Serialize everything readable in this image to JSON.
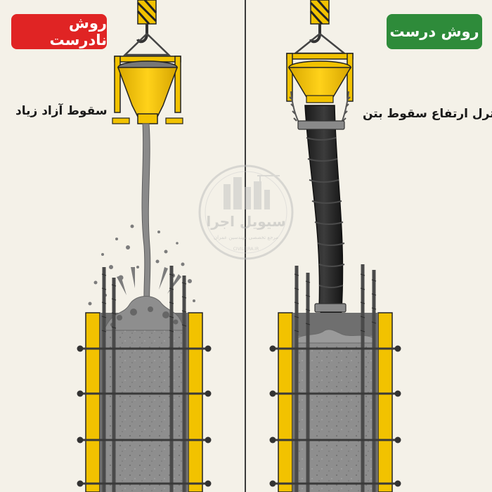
{
  "left_panel": {
    "badge": "روش نادرست",
    "badge_color": "#e02424",
    "caption": "سقوط آزاد زیاد"
  },
  "right_panel": {
    "badge": "روش درست",
    "badge_color": "#2e8b3a",
    "caption": "کنترل ارتفاع سقوط بتن"
  },
  "watermark": {
    "title": "سیویل اجرا",
    "subtitle": "مرجع تخصصی مهندسین عمران",
    "url": "CIVILEJRA.IR"
  },
  "colors": {
    "formwork": "#f2c200",
    "hopper": "#f2c200",
    "concrete": "#8c8c8c",
    "rebar": "#4a4a4a",
    "tremie": "#2b2b2b",
    "background": "#f4f1e8"
  }
}
